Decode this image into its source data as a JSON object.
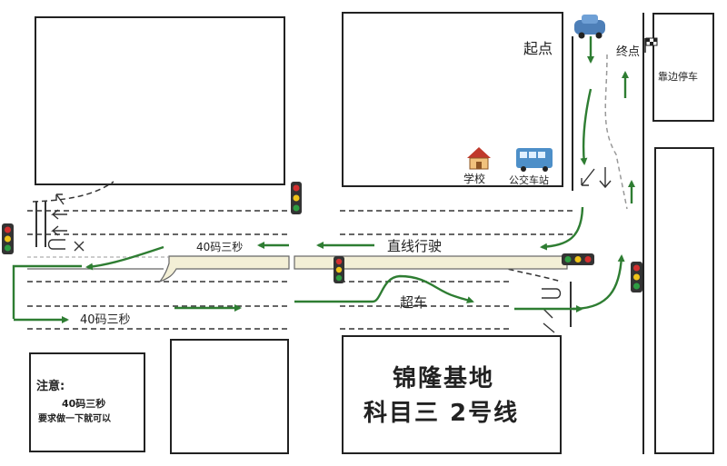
{
  "labels": {
    "start": "起点",
    "end": "终点",
    "pull_over": "靠边停车",
    "school": "学校",
    "bus_stop": "公交车站",
    "straight_driving": "直线行驶",
    "speed_40_upper": "40码三秒",
    "speed_40_lower": "40码三秒",
    "overtake": "超车"
  },
  "note": {
    "title": "注意:",
    "line1": "40码三秒",
    "line2": "要求做一下就可以"
  },
  "title": {
    "line1": "锦隆基地",
    "line2": "科目三 2号线"
  },
  "colors": {
    "route": "#2e7d32",
    "arrow": "#333333",
    "median": "#f3efd6",
    "car": "#4d7fb8",
    "light_red": "#d32f2f",
    "light_yellow": "#f0c419",
    "light_green": "#2e9d42"
  },
  "icons": [
    "car-icon",
    "flag-icon",
    "house-icon",
    "bus-icon",
    "traffic-light-icon",
    "lane-arrow-icon",
    "u-turn-icon"
  ]
}
